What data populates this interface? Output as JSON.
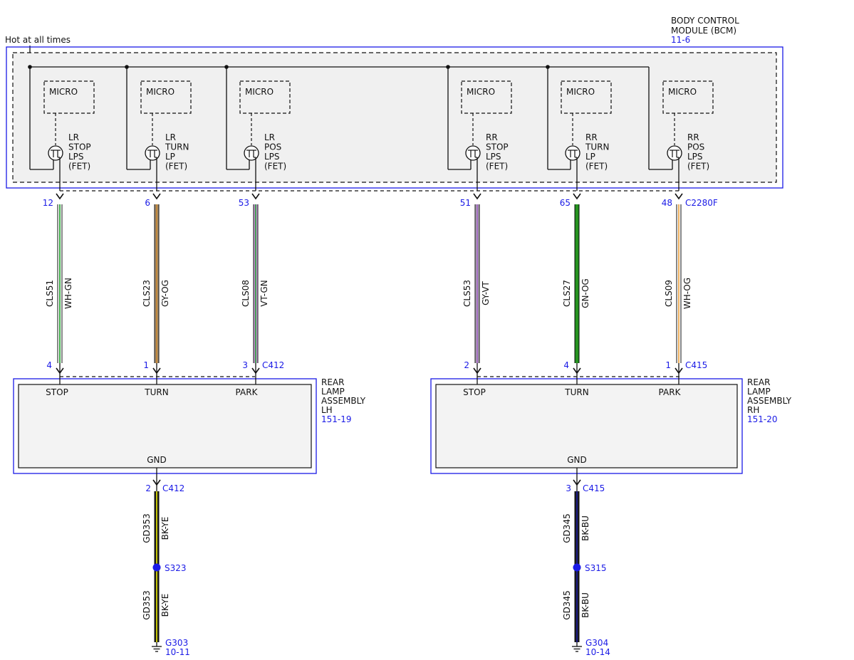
{
  "header": {
    "hot_label": "Hot at all times",
    "module_name_line1": "BODY CONTROL",
    "module_name_line2": "MODULE (BCM)",
    "module_ref": "11-6",
    "module_connector": "C2280F"
  },
  "micro_label": "MICRO",
  "outputs": [
    {
      "id": "lr-stop",
      "lines": [
        "LR",
        "STOP",
        "LPS",
        "(FET)"
      ],
      "pin": "12",
      "circuit": "CLS51",
      "wire": "WH-GN",
      "lamp_pin": "4",
      "colors": [
        "#ffffff",
        "#1f9e2b"
      ]
    },
    {
      "id": "lr-turn",
      "lines": [
        "LR",
        "TURN",
        "LP",
        "(FET)"
      ],
      "pin": "6",
      "circuit": "CLS23",
      "wire": "GY-OG",
      "lamp_pin": "1",
      "colors": [
        "#a08a70",
        "#c88830"
      ]
    },
    {
      "id": "lr-pos",
      "lines": [
        "LR",
        "POS",
        "LPS",
        "(FET)"
      ],
      "pin": "53",
      "circuit": "CLS08",
      "wire": "VT-GN",
      "lamp_pin": "3",
      "colors": [
        "#c99ad6",
        "#2a9e3a"
      ]
    },
    {
      "id": "rr-stop",
      "lines": [
        "RR",
        "STOP",
        "LPS",
        "(FET)"
      ],
      "pin": "51",
      "circuit": "CLS53",
      "wire": "GY-VT",
      "lamp_pin": "2",
      "colors": [
        "#b0a4b4",
        "#a063c4"
      ]
    },
    {
      "id": "rr-turn",
      "lines": [
        "RR",
        "TURN",
        "LP",
        "(FET)"
      ],
      "pin": "65",
      "circuit": "CLS27",
      "wire": "GN-OG",
      "lamp_pin": "4",
      "colors": [
        "#1e8a1e",
        "#2e9a20"
      ]
    },
    {
      "id": "rr-pos",
      "lines": [
        "RR",
        "POS",
        "LPS",
        "(FET)"
      ],
      "pin": "48",
      "circuit": "CLS09",
      "wire": "WH-OG",
      "lamp_pin": "1",
      "colors": [
        "#ffffff",
        "#e8a040"
      ]
    }
  ],
  "lamps": [
    {
      "id": "lh",
      "name_lines": [
        "REAR",
        "LAMP",
        "ASSEMBLY",
        "LH"
      ],
      "ref": "151-19",
      "connector": "C412",
      "terminals": [
        "STOP",
        "TURN",
        "PARK"
      ],
      "gnd_label": "GND",
      "gnd_pin": "2",
      "gnd_connector": "C412",
      "gnd_circuit": "GD353",
      "gnd_wire": "BK-YE",
      "gnd_colors": [
        "#1a1a1a",
        "#e6e600"
      ],
      "splice": "S323",
      "ground": "G303",
      "ground_ref": "10-11"
    },
    {
      "id": "rh",
      "name_lines": [
        "REAR",
        "LAMP",
        "ASSEMBLY",
        "RH"
      ],
      "ref": "151-20",
      "connector": "C415",
      "terminals": [
        "STOP",
        "TURN",
        "PARK"
      ],
      "gnd_label": "GND",
      "gnd_pin": "3",
      "gnd_connector": "C415",
      "gnd_circuit": "GD345",
      "gnd_wire": "BK-BU",
      "gnd_colors": [
        "#1a1a1a",
        "#1a1a9e"
      ],
      "splice": "S315",
      "ground": "G304",
      "ground_ref": "10-14"
    }
  ],
  "colors": {
    "blue": "#1a1ae6",
    "line": "#111111",
    "module_fill": "#f0f0f0",
    "lamp_fill": "#f3f3f3"
  }
}
